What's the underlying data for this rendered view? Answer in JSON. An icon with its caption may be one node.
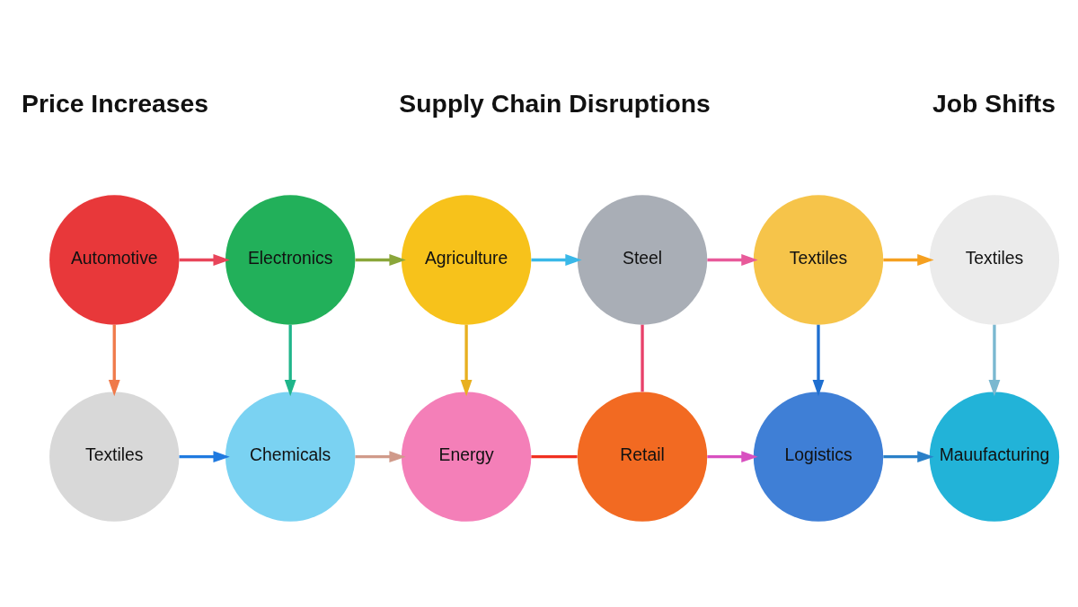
{
  "diagram": {
    "nodes": [
      {
        "text": [
          "Automotive"
        ]
      },
      {
        "text": [
          "Electronics"
        ]
      },
      {
        "text": [
          "Agriculture"
        ]
      },
      {
        "text": [
          "Steel"
        ]
      },
      {
        "text": [
          "Textiles"
        ]
      },
      {
        "text": [
          "Textiles"
        ]
      },
      {
        "text": [
          "Textiles"
        ]
      },
      {
        "text": [
          "Chemicals"
        ]
      },
      {
        "text": [
          "Energy"
        ]
      },
      {
        "text": [
          "Retail"
        ]
      },
      {
        "text": [
          "Logistics"
        ]
      },
      {
        "text": [
          "Mauufacturing"
        ]
      }
    ],
    "edges": [
      {
        "from": 0,
        "to": 1,
        "arrow": "to",
        "color": "#e8455a"
      },
      {
        "from": 1,
        "to": 2,
        "arrow": "to",
        "color": "#8aa63a"
      },
      {
        "from": 2,
        "to": 3,
        "arrow": "to",
        "color": "#3ab8e8"
      },
      {
        "from": 3,
        "to": 4,
        "arrow": "to",
        "color": "#e85a9a"
      },
      {
        "from": 4,
        "to": 5,
        "arrow": "to",
        "color": "#f5a020"
      },
      {
        "from": 0,
        "to": 6,
        "arrow": "to",
        "color": "#f07a4a"
      },
      {
        "from": 1,
        "to": 7,
        "arrow": "to",
        "color": "#1fb58a"
      },
      {
        "from": 2,
        "to": 8,
        "arrow": "to",
        "color": "#e8b020"
      },
      {
        "from": 3,
        "to": 9,
        "arrow": "none",
        "color": "#e8406a"
      },
      {
        "from": 4,
        "to": 10,
        "arrow": "to",
        "color": "#1f6fd0"
      },
      {
        "from": 5,
        "to": 11,
        "arrow": "to",
        "color": "#7ab8d0"
      },
      {
        "from": 6,
        "to": 7,
        "arrow": "to",
        "color": "#1f7ae0"
      },
      {
        "from": 7,
        "to": 8,
        "arrow": "to",
        "color": "#d09a8a"
      },
      {
        "from": 8,
        "to": 9,
        "arrow": "none",
        "color": "#f03020"
      },
      {
        "from": 9,
        "to": 10,
        "arrow": "to",
        "color": "#d850c0"
      },
      {
        "from": 10,
        "to": 11,
        "arrow": "to",
        "color": "#2a80c8"
      }
    ],
    "labels": [
      "Price Increases",
      "Supply Chain Disruptions",
      "Job Shifts"
    ]
  }
}
